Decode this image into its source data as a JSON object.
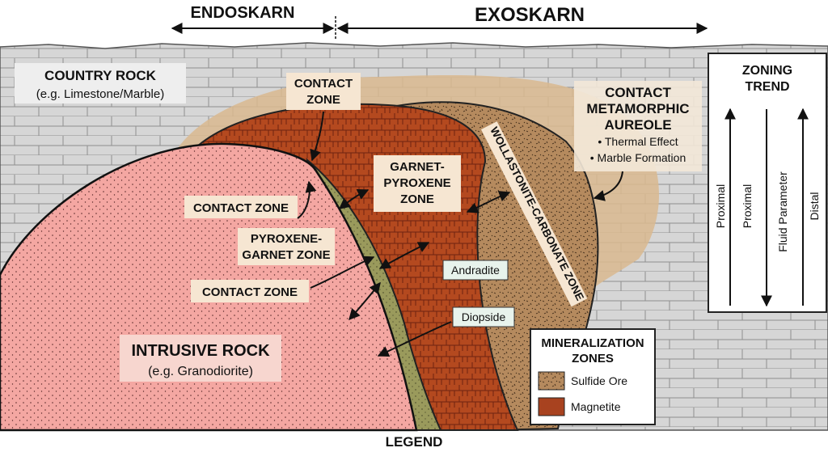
{
  "header": {
    "endoskarn": "ENDOSKARN",
    "exoskarn": "EXOSKARN"
  },
  "labels": {
    "country_rock_title": "COUNTRY ROCK",
    "country_rock_sub": "(e.g. Limestone/Marble)",
    "contact_zone_top_1": "CONTACT",
    "contact_zone_top_2": "ZONE",
    "contact_aureole_1": "CONTACT",
    "contact_aureole_2": "METAMORPHIC",
    "contact_aureole_3": "AUREOLE",
    "thermal_effect": "• Thermal Effect",
    "marble_formation": "• Marble Formation",
    "garnet_pyroxene_1": "GARNET-",
    "garnet_pyroxene_2": "PYROXENE",
    "garnet_pyroxene_3": "ZONE",
    "wollastonite": "WOLLASTONITE-CARBONATE ZONE",
    "contact_zone_left": "CONTACT ZONE",
    "pyroxene_garnet_1": "PYROXENE-",
    "pyroxene_garnet_2": "GARNET ZONE",
    "contact_zone_lower": "CONTACT ZONE",
    "andradite": "Andradite",
    "diopside": "Diopside",
    "intrusive_title": "INTRUSIVE ROCK",
    "intrusive_sub": "(e.g. Granodiorite)",
    "legend_caption": "LEGEND"
  },
  "zoning_trend": {
    "title_1": "ZONING",
    "title_2": "TREND",
    "col_proximal_1": "Proximal",
    "col_proximal_2": "Proximal",
    "col_fluid": "Fluid Parameter",
    "col_distal": "Distal"
  },
  "mineralization": {
    "title_1": "MINERALIZATION",
    "title_2": "ZONES",
    "items": [
      {
        "label": "Sulfide Ore",
        "swatch": "speckled-tan",
        "color": "#c9a27a"
      },
      {
        "label": "Magnetite",
        "swatch": "red-brown",
        "color": "#a8421f"
      }
    ]
  },
  "colors": {
    "country_rock": "#d4d4d4",
    "aureole": "#d9b98f",
    "intrusive": "#f4a7a2",
    "contact_zone": "#9a9a5c",
    "garnet_zone": "#b0491f",
    "wollastonite_zone": "#b58a5e",
    "label_bg": "#f6e6d2",
    "mineral_label_bg": "#e8f3ec"
  }
}
